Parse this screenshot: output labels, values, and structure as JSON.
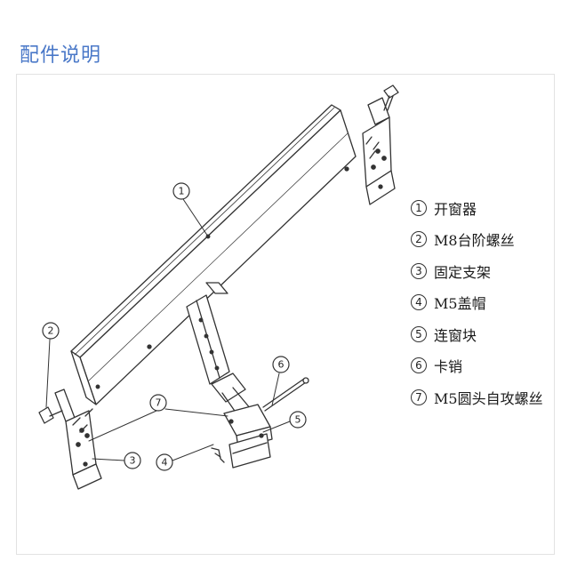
{
  "title": "配件说明",
  "callouts": [
    "1",
    "2",
    "3",
    "4",
    "5",
    "6",
    "7"
  ],
  "legend": [
    {
      "num": "1",
      "text": "开窗器"
    },
    {
      "num": "2",
      "text": "M8台阶螺丝"
    },
    {
      "num": "3",
      "text": "固定支架"
    },
    {
      "num": "4",
      "text": "M5盖帽"
    },
    {
      "num": "5",
      "text": "连窗块"
    },
    {
      "num": "6",
      "text": "卡销"
    },
    {
      "num": "7",
      "text": "M5圆头自攻螺丝"
    }
  ],
  "colors": {
    "title": "#4a78c8",
    "line": "#333333"
  }
}
